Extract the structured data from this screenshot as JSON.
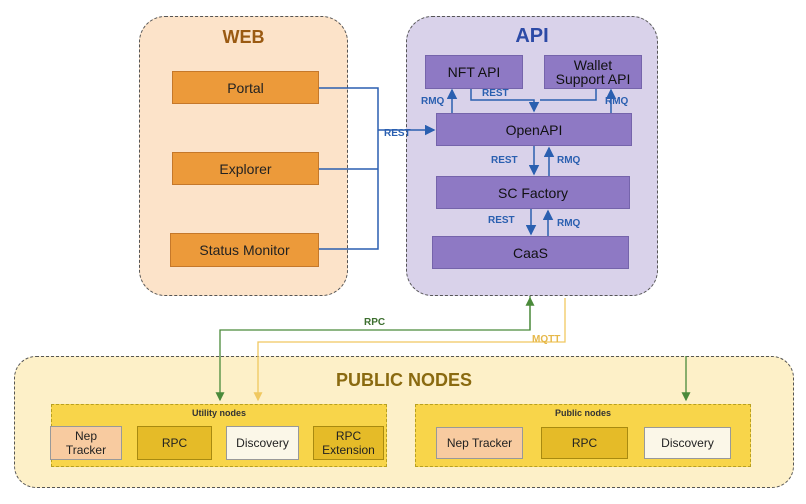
{
  "web": {
    "title": "WEB",
    "portal": "Portal",
    "explorer": "Explorer",
    "status_monitor": "Status Monitor"
  },
  "api": {
    "title": "API",
    "nft_api": "NFT API",
    "wallet_support_api": "Wallet Support API",
    "openapi": "OpenAPI",
    "sc_factory": "SC Factory",
    "caas": "CaaS"
  },
  "labels": {
    "rest": "REST",
    "rmq": "RMQ",
    "rpc": "RPC",
    "mqtt": "MQTT"
  },
  "public_nodes": {
    "title": "PUBLIC NODES",
    "utility": {
      "title": "Utility nodes",
      "items": [
        "Nep Tracker",
        "RPC",
        "Discovery",
        "RPC Extension"
      ]
    },
    "public": {
      "title": "Public nodes",
      "items": [
        "Nep Tracker",
        "RPC",
        "Discovery"
      ]
    }
  },
  "colors": {
    "web_bg": "#fce3c9",
    "web_title": "#9a5a12",
    "api_bg": "#d9d2ea",
    "api_title": "#2c4aa6",
    "public_bg": "#fdf0c8",
    "public_title": "#8a6a10",
    "rest_arrow": "#2a5fb0",
    "rpc_arrow": "#4a8a3a",
    "mqtt_arrow": "#f0c860"
  }
}
